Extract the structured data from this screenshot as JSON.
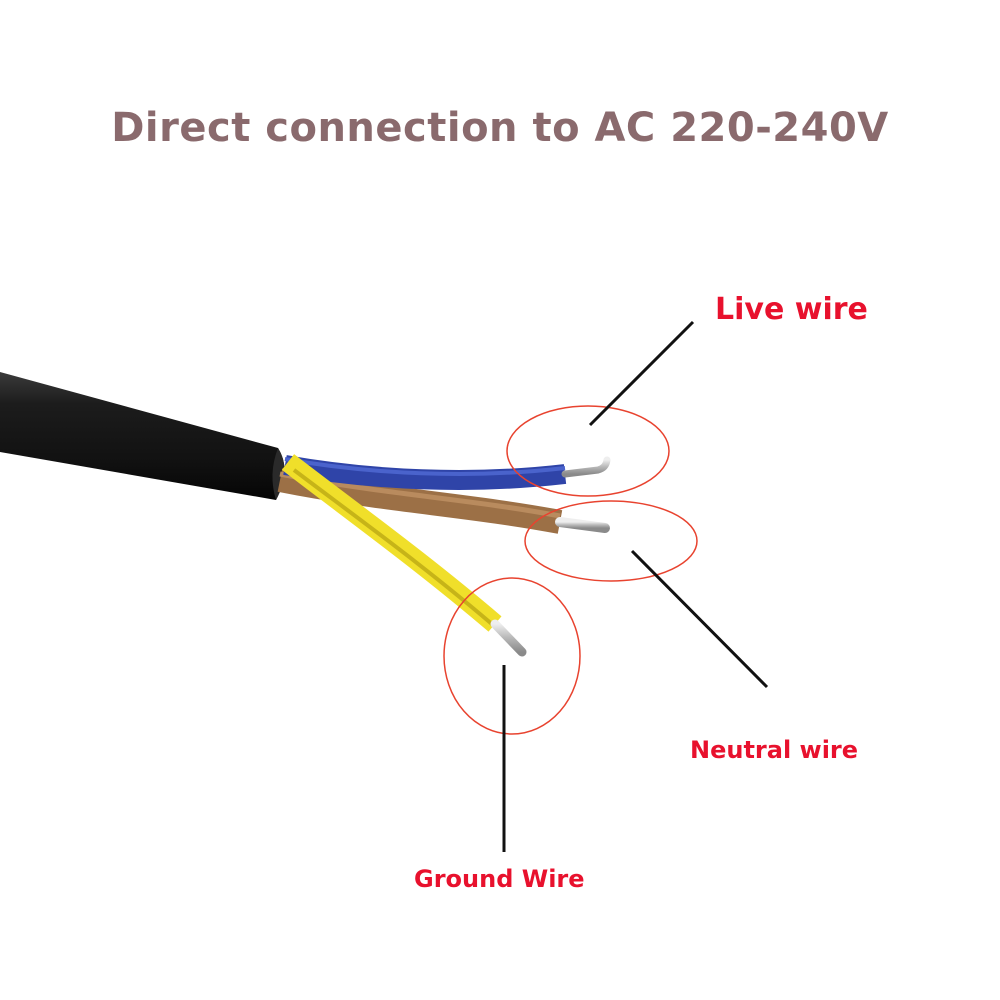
{
  "title": "Direct connection to AC 220-240V",
  "labels": {
    "live": "Live wire",
    "neutral": "Neutral wire",
    "ground": "Ground Wire"
  },
  "colors": {
    "title": "#8a6a6d",
    "label": "#e8112d",
    "circle": "#e8432f",
    "pointer": "#111111",
    "cable_jacket": "#1a1a1a",
    "wire_live": "#2f44a8",
    "wire_neutral": "#9c7046",
    "wire_ground": "#f0df2a",
    "conductor": "#c9c9c9"
  }
}
